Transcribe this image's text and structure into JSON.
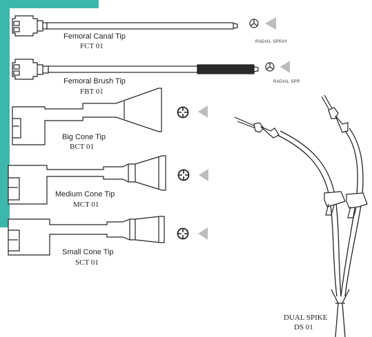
{
  "colors": {
    "teal": "#3cb7ac",
    "line": "#222222",
    "spray": "#bdbdbd"
  },
  "tips": [
    {
      "name": "Femoral Canal Tip",
      "code": "FCT 01",
      "spray_label": "RADIAL SPRAY"
    },
    {
      "name": "Femoral Brush Tip",
      "code": "FBT 01",
      "spray_label": "RADIAL SPR"
    },
    {
      "name": "Big Cone Tip",
      "code": "BCT 01"
    },
    {
      "name": "Medium Cone Tip",
      "code": "MCT 01"
    },
    {
      "name": "Small Cone Tip",
      "code": "SCT 01"
    }
  ],
  "dual_spike": {
    "name": "DUAL SPIKE",
    "code": "DS 01"
  },
  "icons": [
    "radial-spray-icon",
    "crosshair-icon",
    "spray-cone-icon"
  ]
}
